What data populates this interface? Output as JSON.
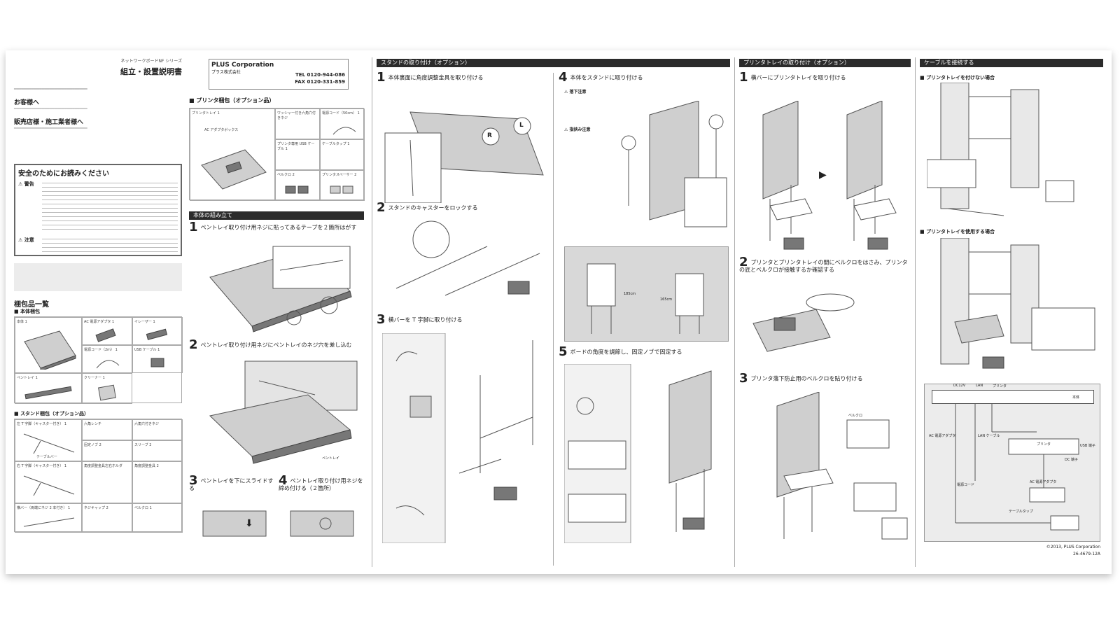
{
  "doc": {
    "series": "ネットワークボードNF シリーズ",
    "title": "組立・設置説明書",
    "company_en": "PLUS Corporation",
    "company_ja": "プラス株式会社",
    "tel": "TEL 0120-944-086",
    "fax": "FAX 0120-331-859",
    "copyright": "©2013, PLUS Corporation",
    "code": "26-4679-12A"
  },
  "col1": {
    "to_customer": "お客様へ",
    "to_dealer": "販売店様・施工業者様へ",
    "safety_title": "安全のためにお読みください",
    "warning": "警告",
    "caution": "注意",
    "package_list": "梱包品一覧",
    "main_package": "本体梱包",
    "stand_package": "スタンド梱包（オプション品）",
    "main_items": [
      "本体 1",
      "AC 電源アダプタ 1",
      "イレーザー 1",
      "電源コード（2m） 1",
      "USB ケーブル 1",
      "ペントレイ 1",
      "クリーナー 1"
    ],
    "stand_items": [
      "左 T 字脚（キャスター付き） 1",
      "六角レンチ",
      "六角穴付きネジ",
      "固定ノブ 2",
      "スリーブ 2",
      "右 T 字脚（キャスター付き） 1",
      "角度調整金具左右ホルダ",
      "角度調整金具 2",
      "横バー（両端にネジ 2 本付き） 1",
      "ネジキャップ 2",
      "ベルクロ 1"
    ],
    "table_label": "テーブルバー"
  },
  "col2": {
    "printer_package": "プリンタ梱包（オプション品）",
    "printer_items": [
      "プリンタトレイ 1",
      "ワッシャー付き六角穴付きネジ",
      "電源コード（50cm） 1",
      "AC アダプタボックス",
      "プリンタ専用 USB ケーブル 1",
      "ケーブルタップ 1",
      "ベルクロ 2",
      "プリンタスペーサー 2"
    ],
    "section": "本体の組み立て",
    "step1": "ペントレイ取り付け用ネジに貼ってあるテープを２箇所はがす",
    "step2": "ペントレイ取り付け用ネジにペントレイのネジ穴を差し込む",
    "step3": "ペントレイを下にスライドする",
    "step4": "ペントレイ取り付け用ネジを締め付ける（２箇所）",
    "pentray_label": "ペントレイ"
  },
  "col3": {
    "section": "スタンドの取り付け（オプション）",
    "step1": "本体裏面に角度調整金具を取り付ける",
    "step2": "スタンドのキャスターをロックする",
    "step3": "横バーを T 字脚に取り付ける",
    "step4": "本体をスタンドに取り付ける",
    "step5": "ボードの角度を調節し、固定ノブで固定する",
    "fall_caution": "落下注意",
    "pinch_caution": "指挟み注意",
    "label_R": "R",
    "label_L": "L",
    "height_a": "185cm",
    "height_b": "165cm"
  },
  "col4": {
    "section": "プリンタトレイの取り付け（オプション）",
    "step1": "横バーにプリンタトレイを取り付ける",
    "step2": "プリンタとプリンタトレイの間にベルクロをはさみ、プリンタの底とベルクロが接触するか確認する",
    "step3": "プリンタ落下防止用のベルクロを貼り付ける",
    "velcro": "ベルクロ"
  },
  "col5": {
    "section": "ケーブルを接続する",
    "case1": "プリンタトレイを付けない場合",
    "case2": "プリンタトレイを使用する場合",
    "diagram_labels": [
      "DC12V",
      "LAN",
      "プリンタ",
      "本体",
      "AC 電源アダプタ",
      "LAN ケーブル",
      "プリンタ",
      "USB 端子",
      "DC 端子",
      "AC 電源アダプタ",
      "電源コード",
      "テーブルタップ"
    ]
  }
}
